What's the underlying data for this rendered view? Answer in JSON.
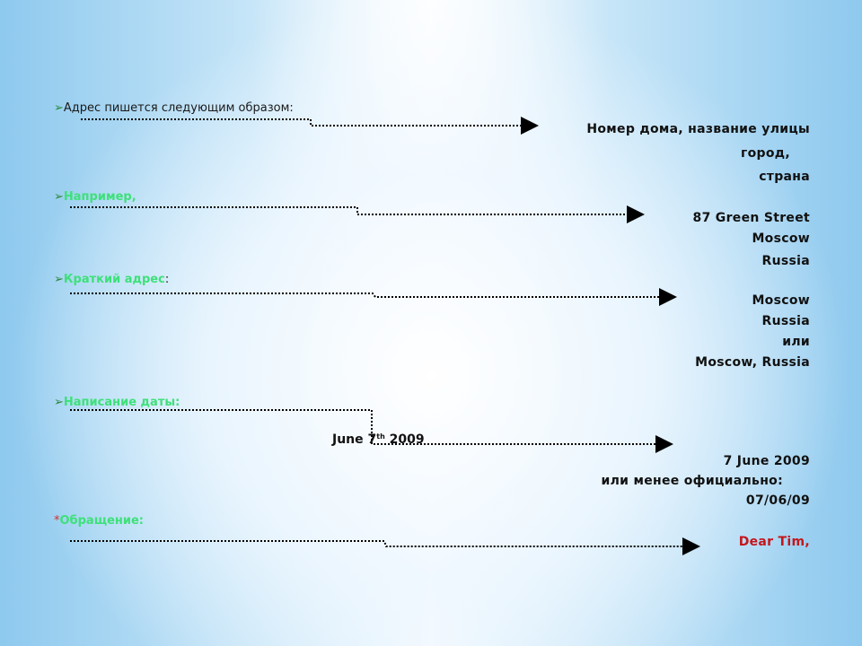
{
  "slide": {
    "address_intro": {
      "marker": "➢",
      "label": "Адрес пишется следующим образом",
      "suffix": ":"
    },
    "address_lines": [
      "Номер дома, название улицы",
      "город,",
      "страна"
    ],
    "example_intro": {
      "marker": "➢",
      "label": "Например,"
    },
    "example_lines": [
      "87 Green Street",
      "Moscow",
      "Russia"
    ],
    "short_intro": {
      "marker": "➢",
      "label": "Краткий адрес",
      "suffix": ":"
    },
    "short_lines": [
      "Moscow",
      "Russia",
      "или",
      "Moscow, Russia"
    ],
    "date_intro": {
      "marker": "➢",
      "label": "Написание даты:"
    },
    "date_inline": {
      "pre": "June 7",
      "sup": "th",
      "post": " 2009"
    },
    "date_lines": [
      "7 June 2009",
      "или менее официально:",
      "07/06/09"
    ],
    "greeting_intro": {
      "marker": "*",
      "label": "Обращение:"
    },
    "greeting_line": "Dear Tim,",
    "colors": {
      "highlight": "#3ee07a",
      "greeting": "#c4161c",
      "marker": "#2b8a3e"
    }
  }
}
